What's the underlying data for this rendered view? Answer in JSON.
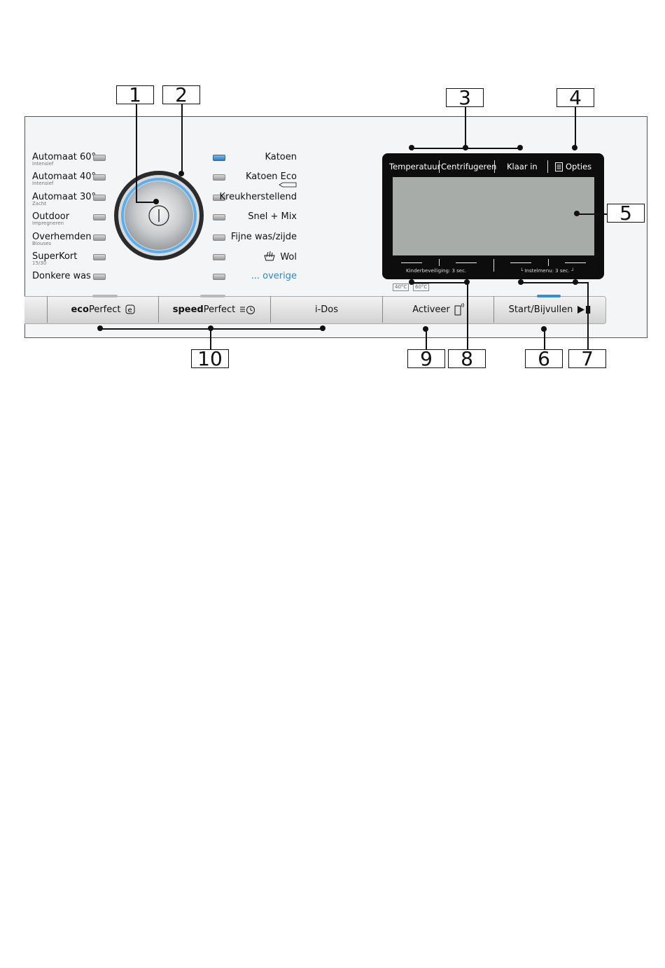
{
  "callouts": {
    "c1": "1",
    "c2": "2",
    "c3": "3",
    "c4": "4",
    "c5": "5",
    "c6": "6",
    "c7": "7",
    "c8": "8",
    "c9": "9",
    "c10": "10"
  },
  "programs_left": [
    {
      "label": "Automaat 60°",
      "sub": "Intensief"
    },
    {
      "label": "Automaat 40°",
      "sub": "Intensief"
    },
    {
      "label": "Automaat 30°",
      "sub": "Zacht"
    },
    {
      "label": "Outdoor",
      "sub": "Impregneren"
    },
    {
      "label": "Overhemden",
      "sub": "Blouses"
    },
    {
      "label": "SuperKort",
      "sub": "15/30"
    },
    {
      "label": "Donkere was",
      "sub": ""
    }
  ],
  "programs_right": [
    {
      "label": "Katoen",
      "active": true
    },
    {
      "label": "Katoen Eco",
      "active": false
    },
    {
      "label": "Kreukherstellend",
      "active": false
    },
    {
      "label": "Snel + Mix",
      "active": false
    },
    {
      "label": "Fijne was/zijde",
      "active": false
    },
    {
      "label": "Wol",
      "active": false
    },
    {
      "label": "... overige",
      "active": false
    }
  ],
  "display": {
    "tabs": [
      "Temperatuur",
      "Centrifugeren",
      "Klaar in",
      "Opties"
    ],
    "kinderbeveiliging": "Kinderbeveiliging: 3 sec.",
    "instelmenu": "└ Instelmenu: 3 sec. ┘",
    "temp_40": "40°C",
    "temp_60": "60°C"
  },
  "buttons": {
    "eco_bold": "eco",
    "eco_rest": "Perfect",
    "speed_bold": "speed",
    "speed_rest": "Perfect",
    "idos": "i-Dos",
    "activeer": "Activeer",
    "start": "Start/Bijvullen"
  },
  "colors": {
    "accent_blue": "#2f8fd8",
    "overige_blue": "#2f86c8",
    "led_on": "#2f7cc0"
  },
  "icons": {
    "power": "power-icon",
    "eco": "eco-e-icon",
    "speed": "speed-clock-icon",
    "activeer": "smartphone-activate-icon",
    "start": "play-pause-icon",
    "wol": "wool-handwash-icon",
    "opties": "options-list-icon"
  }
}
